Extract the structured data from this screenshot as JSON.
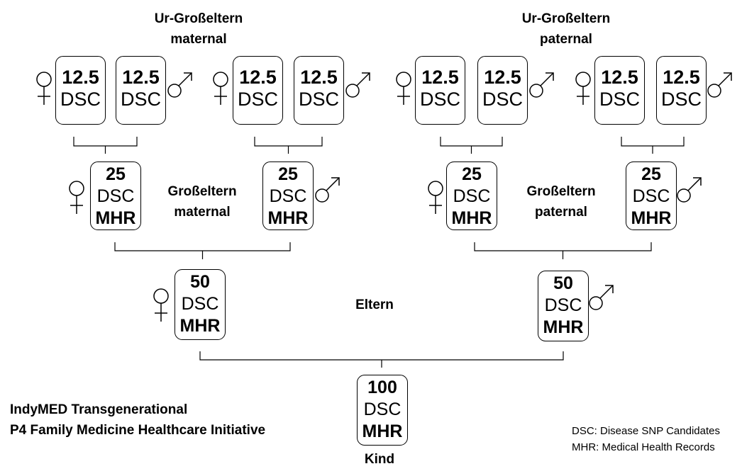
{
  "titles": {
    "great_grandparents_maternal": [
      "Ur-Großeltern",
      "maternal"
    ],
    "great_grandparents_paternal": [
      "Ur-Großeltern",
      "paternal"
    ],
    "grandparents_maternal": [
      "Großeltern",
      "maternal"
    ],
    "grandparents_paternal": [
      "Großeltern",
      "paternal"
    ],
    "parents": "Eltern",
    "child": "Kind"
  },
  "generations": {
    "great_grandparents": {
      "percent": "12.5",
      "dsc": "DSC"
    },
    "grandparents": {
      "percent": "25",
      "dsc": "DSC",
      "mhr": "MHR"
    },
    "parents": {
      "percent": "50",
      "dsc": "DSC",
      "mhr": "MHR"
    },
    "child": {
      "percent": "100",
      "dsc": "DSC",
      "mhr": "MHR"
    }
  },
  "initiative": {
    "line1": "IndyMED Transgenerational",
    "line2": "P4 Family Medicine Healthcare Initiative"
  },
  "legend": {
    "dsc": "DSC: Disease SNP Candidates",
    "mhr": "MHR: Medical Health Records"
  },
  "icons": {
    "female": "female-symbol",
    "male": "male-symbol"
  },
  "colors": {
    "stroke": "#000000",
    "background": "#ffffff"
  }
}
